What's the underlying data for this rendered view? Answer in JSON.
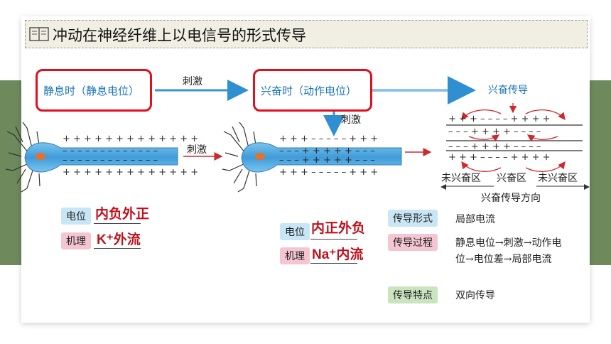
{
  "title": "冲动在神经纤维上以电信号的形式传导",
  "states": {
    "rest": "静息时（静息电位）",
    "excite": "兴奋时（动作电位）"
  },
  "arrows": {
    "stim1": "刺激",
    "stim2": "刺激",
    "stim3": "刺激",
    "conduct": "兴奋传导"
  },
  "fiber": {
    "plus_row": "+ + + + + + + + + + + + +",
    "minus_row": "– – – – – – – – – – – – –",
    "excited_top": "+ + +  – – – – –  + + +",
    "excited_mid": "– – –  + + + + +  – – –"
  },
  "local": {
    "row1": "+ + + – – – – + + + +",
    "row2": "– – – + + + + – – – –",
    "row3": "– – – + + + + – – – –",
    "row4": "+ + + – – – – + + + +",
    "region_left": "未兴奋区",
    "region_mid": "兴奋区",
    "region_right": "未兴奋区",
    "direction": "兴奋传导方向"
  },
  "rest_info": {
    "potential_label": "电位",
    "potential_value": "内负外正",
    "mech_label": "机理",
    "mech_value": "K⁺外流"
  },
  "excite_info": {
    "potential_label": "电位",
    "potential_value": "内正外负",
    "mech_label": "机理",
    "mech_value": "Na⁺内流"
  },
  "conduction": {
    "form_label": "传导形式",
    "form_value": "局部电流",
    "process_label": "传导过程",
    "process_line1": "静息电位→刺激→动作电",
    "process_line2": "位→电位差→局部电流",
    "feature_label": "传导特点",
    "feature_value": "双向传导"
  },
  "colors": {
    "band": "#6e8a5c",
    "highlight": "#e0101e",
    "answer": "#c0101c",
    "state_text": "#1a73b8",
    "axon": "#4aa5dc"
  }
}
